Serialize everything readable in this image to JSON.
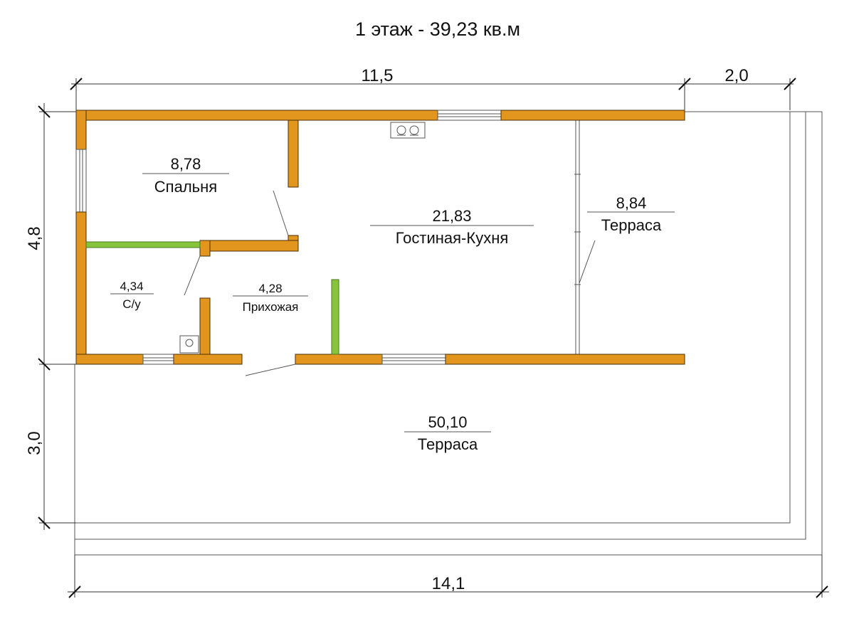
{
  "title": "1 этаж - 39,23 кв.м",
  "dimensions": {
    "top_main": "11,5",
    "top_extra": "2,0",
    "left_upper": "4,8",
    "left_lower": "3,0",
    "bottom": "14,1"
  },
  "rooms": {
    "bedroom": {
      "area": "8,78",
      "name": "Спальня"
    },
    "living_kitchen": {
      "area": "21,83",
      "name": "Гостиная-Кухня"
    },
    "terrace_side": {
      "area": "8,84",
      "name": "Терраса"
    },
    "bathroom": {
      "area": "4,34",
      "name": "С/у"
    },
    "hallway": {
      "area": "4,28",
      "name": "Прихожая"
    },
    "terrace_main": {
      "area": "50,10",
      "name": "Терраса"
    }
  },
  "colors": {
    "wall": "#e3961e",
    "partition": "#86c43a"
  }
}
